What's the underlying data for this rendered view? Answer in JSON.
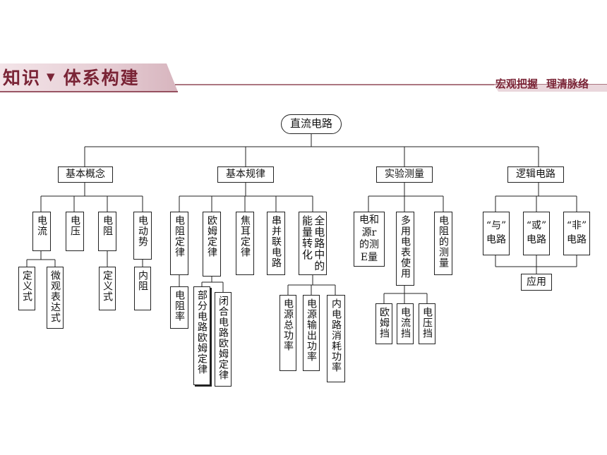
{
  "header": {
    "title_left": "知识",
    "title_right": "体系构建",
    "slogan_1": "宏观把握",
    "slogan_2": "理清脉络",
    "colors": {
      "accent": "#7a2436",
      "band_light": "#ead7dc",
      "band_dark": "#7a2436"
    }
  },
  "diagram": {
    "root": "直流电路",
    "categories": [
      "基本概念",
      "基本规律",
      "实验测量",
      "逻辑电路"
    ],
    "concepts": [
      "电流",
      "电压",
      "电阻",
      "电动势"
    ],
    "concept_children": {
      "current": [
        "定义式",
        "微观表达式"
      ],
      "resistance": "定义式",
      "emf": "内阻"
    },
    "laws": [
      "电阻定律",
      "欧姆定律",
      "焦耳定律",
      "串并联电路",
      "全电路中的能量转化"
    ],
    "law_children": {
      "resistance_law": "电阻率",
      "ohm": [
        "部分电路欧姆定律",
        "闭合电路欧姆定律"
      ],
      "energy": [
        "电源总功率",
        "电源输出功率",
        "内电路消耗功率"
      ]
    },
    "experiments": {
      "emf_measure": [
        "电和",
        "源r",
        "的测",
        "E量"
      ],
      "multimeter": "多用电表使用",
      "resistance_measure": "电阻的测量",
      "multimeter_children": [
        "欧姆挡",
        "电流挡",
        "电压挡"
      ]
    },
    "logic": {
      "gates": [
        [
          "“与”",
          "电路"
        ],
        [
          "“或”",
          "电路"
        ],
        [
          "“非”",
          "电路"
        ]
      ],
      "application": "应用"
    }
  }
}
